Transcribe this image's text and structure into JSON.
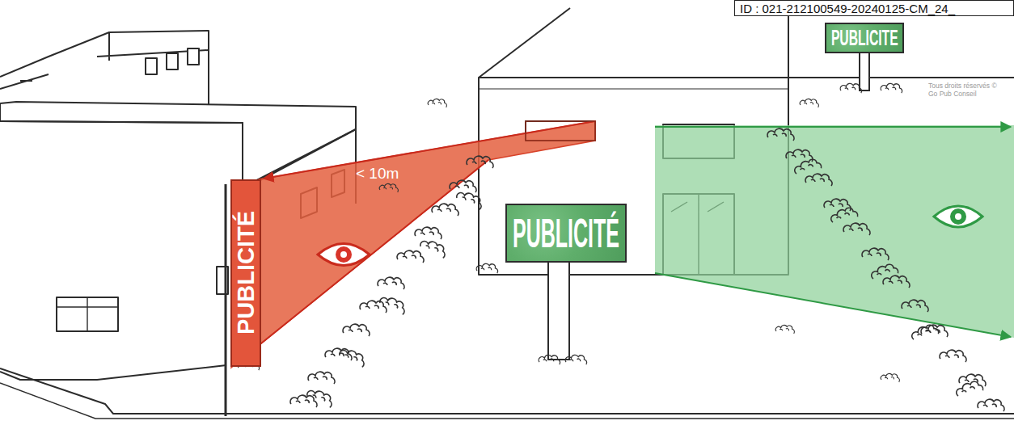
{
  "diagram": {
    "nodes": [
      {
        "text": [
          "ID : 021-212100549-20240125-CM_24_"
        ]
      },
      {
        "text": [
          "PUBLICITE"
        ]
      },
      {
        "text": [
          "PUBLICITÉ"
        ]
      },
      {
        "text": [
          "PUBLICITÉ"
        ]
      }
    ],
    "labels": [
      "< 10m",
      "Tous droits réservés © Go Pub Conseil"
    ]
  }
}
